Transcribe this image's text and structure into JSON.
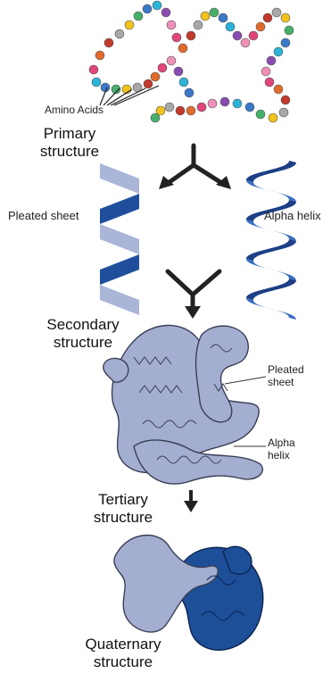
{
  "labels": {
    "amino_acids": "Amino Acids",
    "primary_line1": "Primary",
    "primary_line2": "structure",
    "pleated_sheet": "Pleated sheet",
    "alpha_helix": "Alpha helix",
    "secondary_line1": "Secondary",
    "secondary_line2": "structure",
    "tertiary_pleated_line1": "Pleated",
    "tertiary_pleated_line2": "sheet",
    "tertiary_alpha_line1": "Alpha",
    "tertiary_alpha_line2": "helix",
    "tertiary_line1": "Tertiary",
    "tertiary_line2": "structure",
    "quaternary_line1": "Quaternary",
    "quaternary_line2": "structure"
  },
  "colors": {
    "bead_palette": [
      "#e0457b",
      "#2bb3d8",
      "#f2c21b",
      "#e06a2b",
      "#8a4bb0",
      "#46b06a",
      "#c0392b",
      "#f090b8",
      "#3a78c8",
      "#a8a8a8"
    ],
    "sheet_light": "#a9b6d8",
    "sheet_dark": "#1f4f9c",
    "helix_front": "#3b6fc2",
    "helix_back": "#1d3f86",
    "tertiary_fill": "#a3aed1",
    "quaternary_dark": "#1d4f98",
    "arrow": "#222222"
  }
}
